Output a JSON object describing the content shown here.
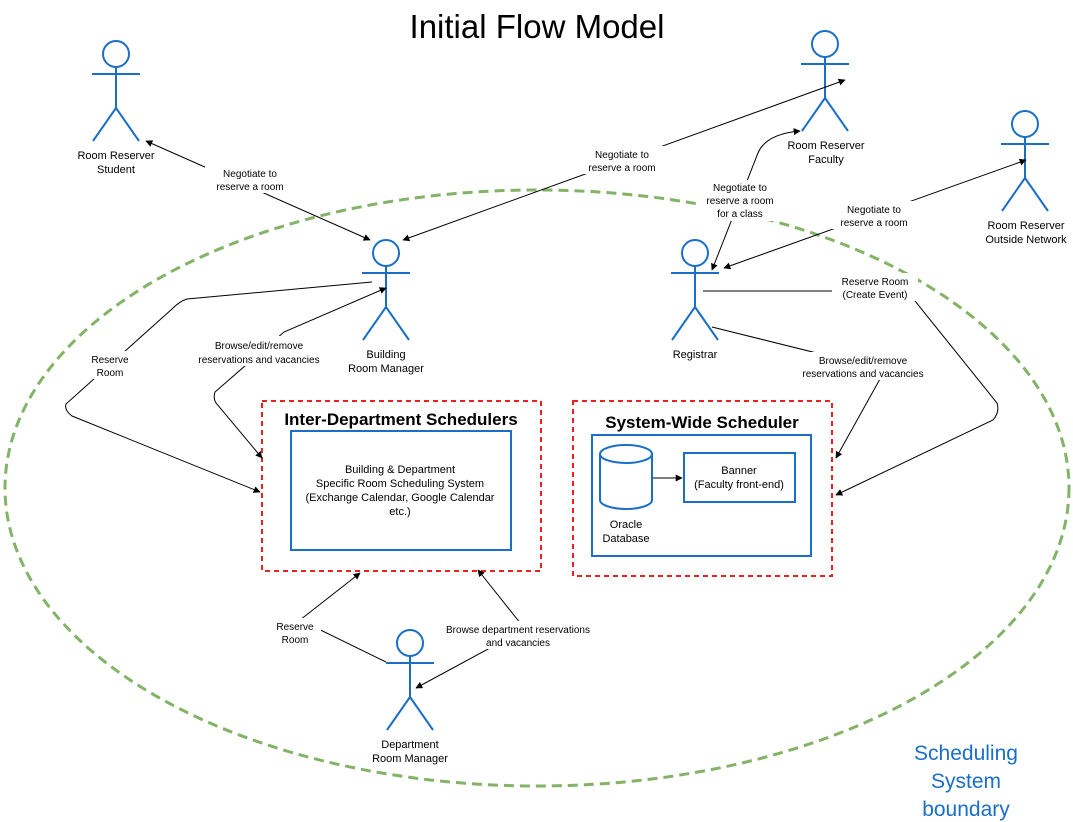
{
  "title": "Initial Flow Model",
  "colors": {
    "actor": "#1a6ec7",
    "boundary": "#82b366",
    "group_border": "#e8221f",
    "box_border": "#1a6ec7",
    "line": "#000000",
    "boundary_label": "#1a6ec7"
  },
  "boundary_label": [
    "Scheduling",
    "System",
    "boundary"
  ],
  "actors": {
    "student": [
      "Room Reserver",
      "Student"
    ],
    "faculty": [
      "Room Reserver",
      "Faculty"
    ],
    "outside": [
      "Room Reserver",
      "Outside Network"
    ],
    "building_manager": [
      "Building",
      "Room Manager"
    ],
    "registrar": [
      "Registrar"
    ],
    "dept_manager": [
      "Department",
      "Room Manager"
    ]
  },
  "groups": {
    "inter_department": {
      "title": "Inter-Department Schedulers",
      "system_lines": [
        "Building & Department",
        "Specific Room Scheduling System",
        "(Exchange Calendar, Google Calendar",
        "etc.)"
      ]
    },
    "system_wide": {
      "title": "System-Wide Scheduler",
      "database": [
        "Oracle",
        "Database"
      ],
      "banner": [
        "Banner",
        "(Faculty front-end)"
      ]
    }
  },
  "edge_labels": {
    "student_negotiate": [
      "Negotiate to",
      "reserve a room"
    ],
    "faculty_negotiate_bm": [
      "Negotiate  to",
      "reserve a room"
    ],
    "faculty_negotiate_class": [
      "Negotiate  to",
      "reserve a room",
      "for a class"
    ],
    "outside_negotiate": [
      "Negotiate  to",
      "reserve a room"
    ],
    "registrar_reserve": [
      "Reserve Room",
      "(Create Event)"
    ],
    "registrar_browse": [
      "Browse/edit/remove",
      "reservations and vacancies"
    ],
    "bm_reserve": [
      "Reserve",
      "Room"
    ],
    "bm_browse": [
      "Browse/edit/remove",
      "reservations and vacancies"
    ],
    "dm_reserve": [
      "Reserve",
      "Room"
    ],
    "dm_browse": [
      "Browse department reservations",
      "and vacancies"
    ]
  }
}
